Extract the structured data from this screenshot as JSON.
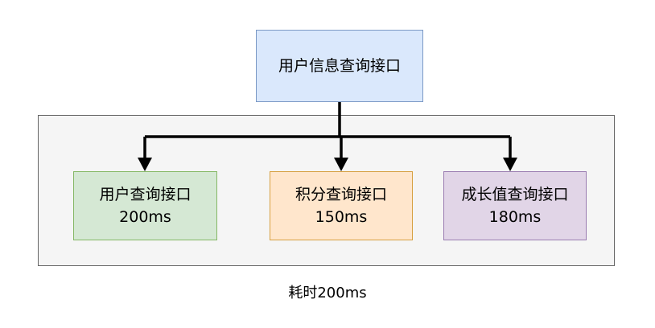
{
  "colors": {
    "top_fill": "#dae8fc",
    "group_fill": "#f5f5f5",
    "child_1_fill": "#d5e8d4",
    "child_2_fill": "#ffe6cc",
    "child_3_fill": "#e1d5e7",
    "connector": "#000000"
  },
  "diagram": {
    "top": {
      "label": "用户信息查询接口"
    },
    "children": [
      {
        "name": "用户查询接口",
        "time": "200ms"
      },
      {
        "name": "积分查询接口",
        "time": "150ms"
      },
      {
        "name": "成长值查询接口",
        "time": "180ms"
      }
    ],
    "caption": "耗时200ms"
  }
}
